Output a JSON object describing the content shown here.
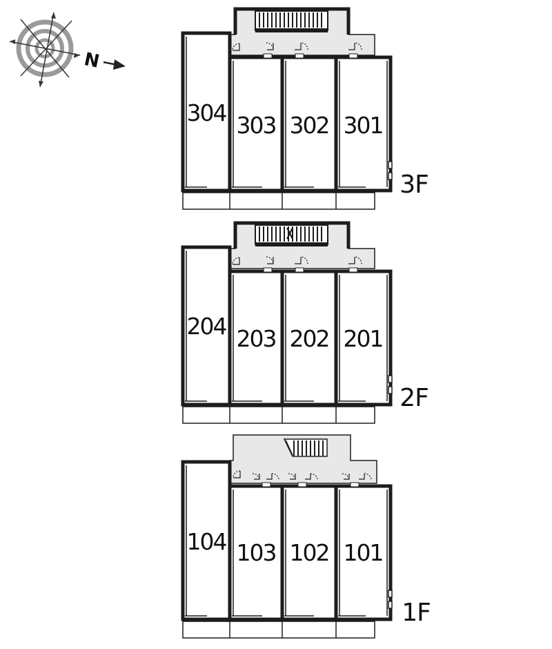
{
  "compass": {
    "north_letter": "N",
    "icon": "compass-rose-icon"
  },
  "floors": [
    {
      "label": "3F",
      "units": [
        "304",
        "303",
        "302",
        "301"
      ]
    },
    {
      "label": "2F",
      "units": [
        "204",
        "203",
        "202",
        "201"
      ]
    },
    {
      "label": "1F",
      "units": [
        "104",
        "103",
        "102",
        "101"
      ]
    }
  ],
  "colors": {
    "wall": "#1c1c1c",
    "corridor": "#e8e8e8",
    "background": "#ffffff"
  }
}
